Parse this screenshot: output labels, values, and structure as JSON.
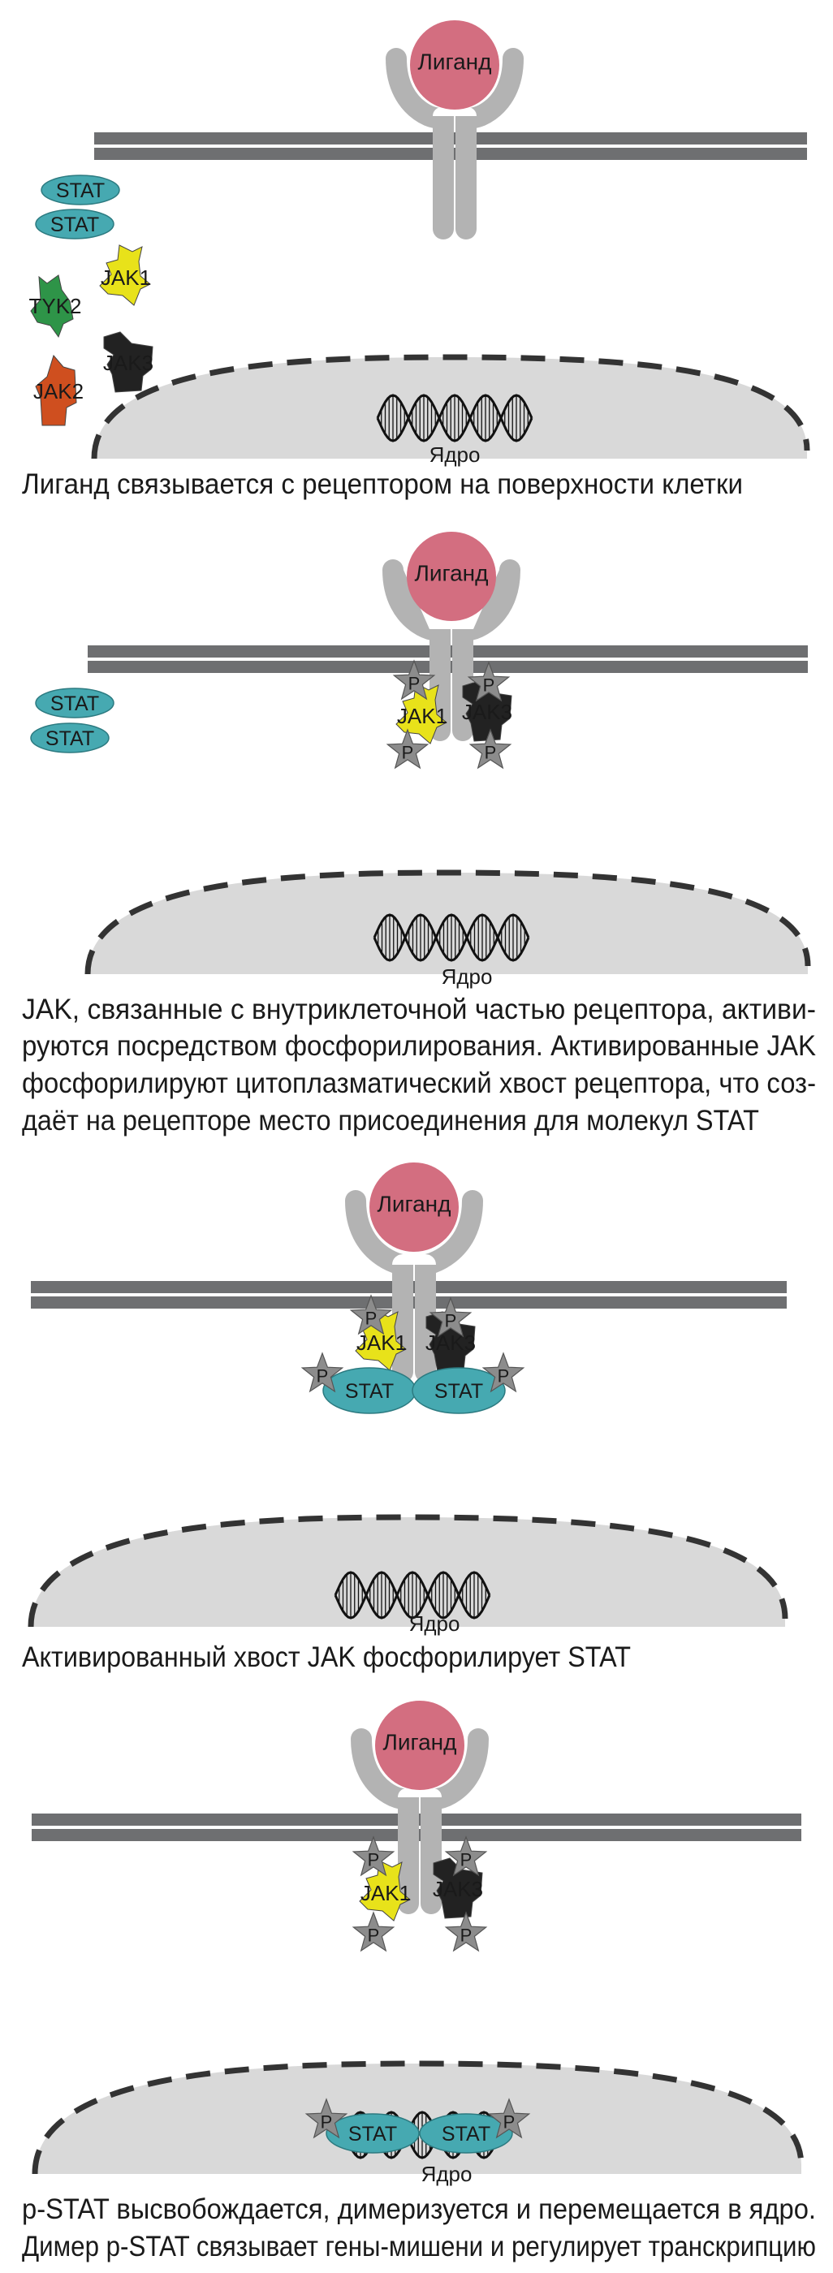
{
  "labels": {
    "ligand": "Лиганд",
    "nucleus": "Ядро",
    "stat": "STAT",
    "jak1": "JAK1",
    "jak2": "JAK2",
    "jak3": "JAK3",
    "tyk2": "TYK2",
    "phospho": "P"
  },
  "panels": [
    {
      "caption": [
        "Лиганд связывается с рецептором на поверхности клетки"
      ]
    },
    {
      "caption": [
        "JAK, связанные с внутриклеточной частью рецептора, активи-",
        "руются посредством фосфорилирования. Активированные JAK",
        "фосфорилируют цитоплазматический хвост рецептора, что соз-",
        "даёт на рецепторе место присоединения для молекул STAT"
      ]
    },
    {
      "caption": [
        "Активированный хвост JAK фосфорилирует STAT"
      ]
    },
    {
      "caption": [
        "p-STAT высвобождается, димеризуется и перемещается в ядро.",
        "Димер p-STAT связывает гены-мишени и регулирует транскрипцию"
      ]
    }
  ],
  "colors": {
    "ligand": "#d36e80",
    "receptor": "#b3b3b3",
    "membrane": "#6e6f71",
    "stat": "#46a9b1",
    "jak1": "#e8e21a",
    "jak3": "#222222",
    "tyk2": "#2e9448",
    "jak2": "#cf4f1f",
    "nucleus": "#d9d9d9",
    "phospho": "#8c8c8c"
  }
}
